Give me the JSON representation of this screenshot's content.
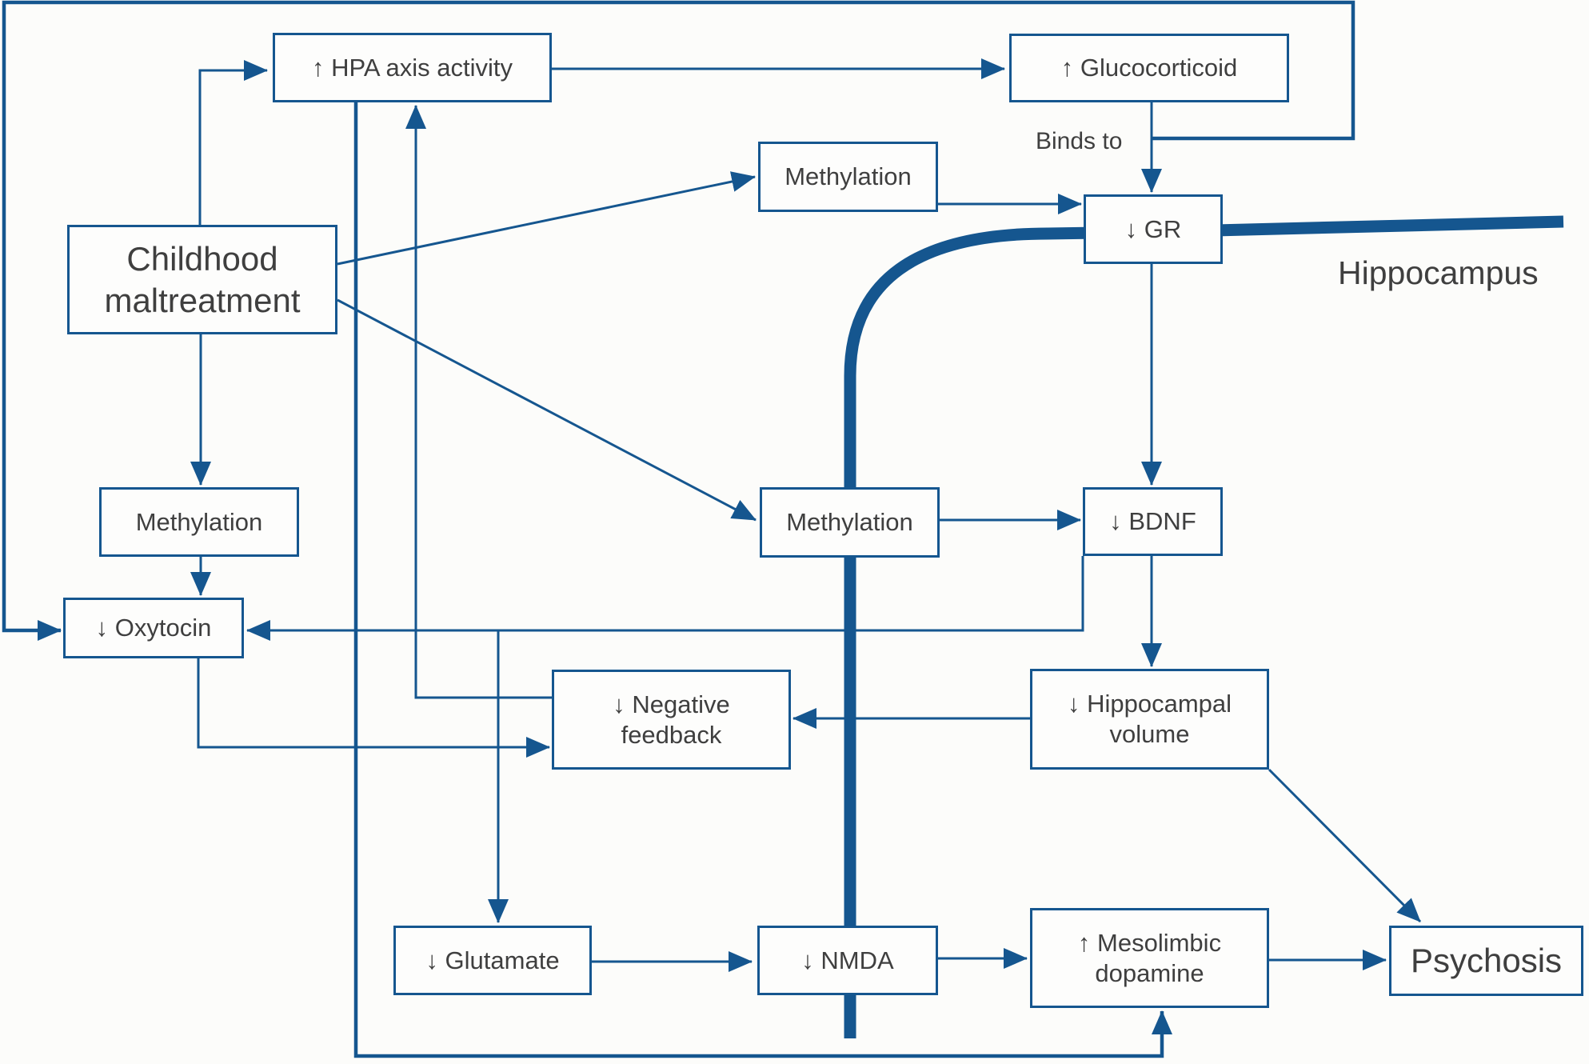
{
  "figure": {
    "type": "flow-diagram",
    "topic": "Pathways from childhood maltreatment to psychosis",
    "accent_color": "#15568F",
    "text_color": "#3f3f3f",
    "background_color": "#fcfcfa"
  },
  "nodes": {
    "hpa": {
      "label": "↑ HPA axis activity"
    },
    "glucocorticoid": {
      "label": "↑ Glucocorticoid"
    },
    "methylation_top": {
      "label": "Methylation"
    },
    "gr": {
      "label": "↓ GR"
    },
    "childhood": {
      "label": "Childhood\nmaltreatment"
    },
    "methylation_left": {
      "label": "Methylation"
    },
    "methylation_mid": {
      "label": "Methylation"
    },
    "bdnf": {
      "label": "↓ BDNF"
    },
    "oxytocin": {
      "label": "↓ Oxytocin"
    },
    "neg_feedback": {
      "label": "↓ Negative\nfeedback"
    },
    "hippo_volume": {
      "label": "↓ Hippocampal\nvolume"
    },
    "glutamate": {
      "label": "↓ Glutamate"
    },
    "nmda": {
      "label": "↓ NMDA"
    },
    "mesolimbic": {
      "label": "↑ Mesolimbic\ndopamine"
    },
    "psychosis": {
      "label": "Psychosis"
    }
  },
  "annotations": {
    "binds_to": "Binds to",
    "hippocampus": "Hippocampus"
  },
  "edges": [
    "childhood -> hpa",
    "hpa -> glucocorticoid",
    "glucocorticoid -> gr (Binds to)",
    "glucocorticoid -> oxytocin (outer loop)",
    "childhood -> methylation_top",
    "methylation_top -> gr",
    "childhood -> methylation_mid",
    "methylation_mid -> bdnf",
    "childhood -> methylation_left",
    "methylation_left -> oxytocin",
    "oxytocin -> neg_feedback",
    "gr -> bdnf",
    "bdnf -> oxytocin",
    "bdnf -> hippo_volume",
    "bdnf -> glutamate",
    "hippo_volume -> neg_feedback",
    "neg_feedback -> hpa",
    "hpa -> mesolimbic (bottom loop)",
    "glutamate -> nmda",
    "nmda -> mesolimbic",
    "mesolimbic -> psychosis",
    "hippo_volume -> psychosis"
  ]
}
